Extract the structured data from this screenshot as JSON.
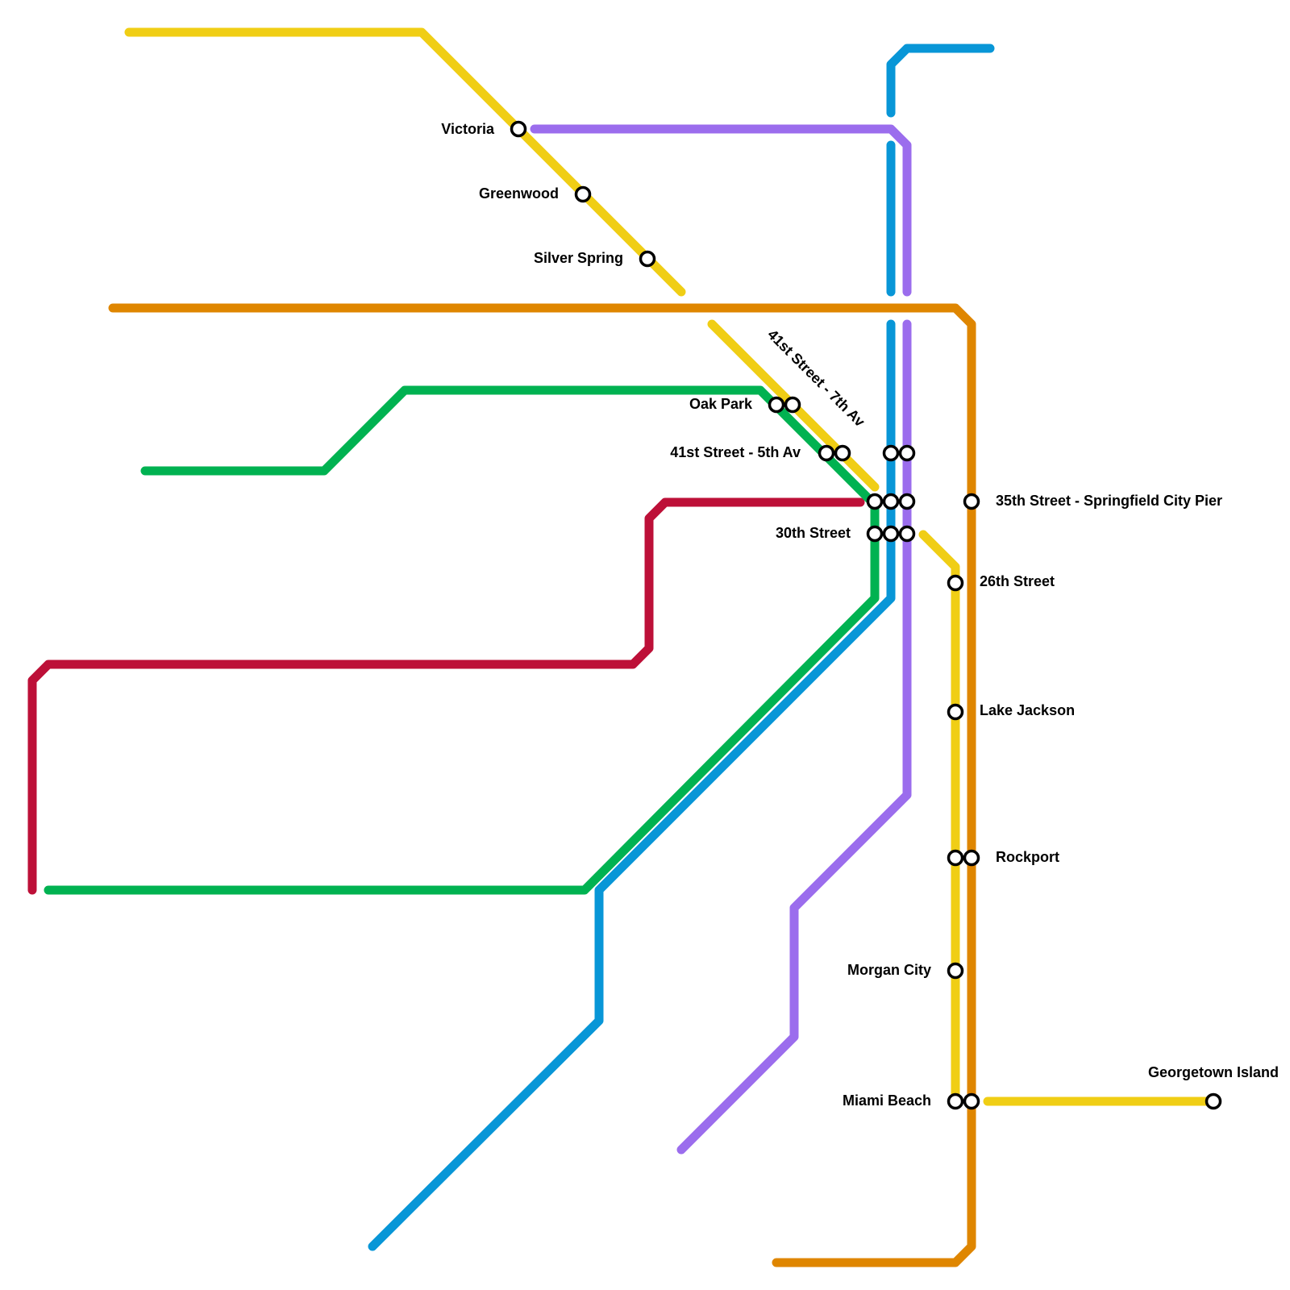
{
  "lines": [
    {
      "id": "yellow",
      "color": "#f0ce15"
    },
    {
      "id": "orange",
      "color": "#df8600"
    },
    {
      "id": "green",
      "color": "#00b251"
    },
    {
      "id": "blue",
      "color": "#0896d7"
    },
    {
      "id": "purple",
      "color": "#9b6ded"
    },
    {
      "id": "red",
      "color": "#bd1038"
    }
  ],
  "stations": {
    "victoria": "Victoria",
    "greenwood": "Greenwood",
    "silver_spring": "Silver Spring",
    "oak_park": "Oak Park",
    "st_41_7th": "41st Street - 7th Av",
    "st_41_5th": "41st Street - 5th Av",
    "st_35_pier": "35th Street - Springfield City Pier",
    "st_30": "30th Street",
    "st_26": "26th Street",
    "lake_jackson": "Lake Jackson",
    "rockport": "Rockport",
    "morgan_city": "Morgan City",
    "miami_beach": "Miami Beach",
    "georgetown_island": "Georgetown Island"
  }
}
